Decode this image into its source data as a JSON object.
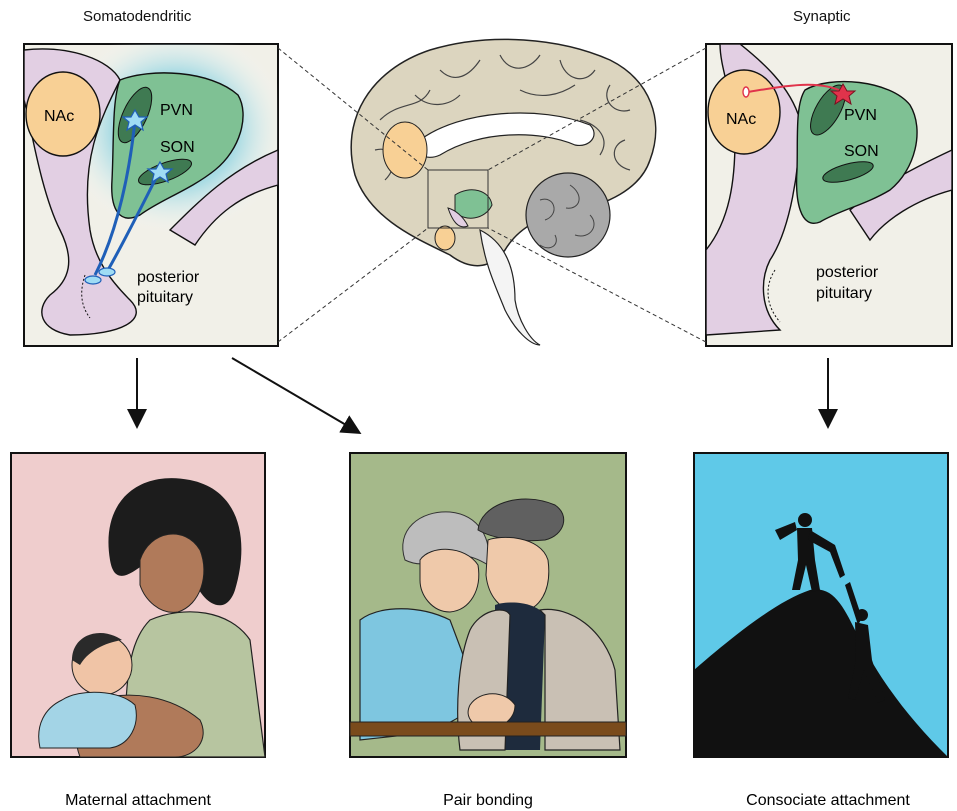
{
  "panels": {
    "somatodendritic": {
      "title": "Somatodendritic",
      "nac": "NAc",
      "pvn": "PVN",
      "son": "SON",
      "posterior_line1": "posterior",
      "posterior_line2": "pituitary"
    },
    "synaptic": {
      "title": "Synaptic",
      "nac": "NAc",
      "pvn": "PVN",
      "son": "SON",
      "posterior_line1": "posterior",
      "posterior_line2": "pituitary"
    }
  },
  "captions": {
    "maternal": "Maternal attachment",
    "pair": "Pair bonding",
    "consociate": "Consociate attachment"
  },
  "colors": {
    "panel_bg": "#f1f0e8",
    "hypothalamus": "#7fc194",
    "nucleus_dark": "#3f7a52",
    "nac": "#f8d095",
    "pituitary": "#e2cfe3",
    "glow": "#42b8d3",
    "axon_blue": "#1f5fb8",
    "axon_red": "#e0334b",
    "maternal_bg": "#efcdcd",
    "pair_bg": "#a5b98a",
    "consociate_bg": "#5fc9e8"
  }
}
